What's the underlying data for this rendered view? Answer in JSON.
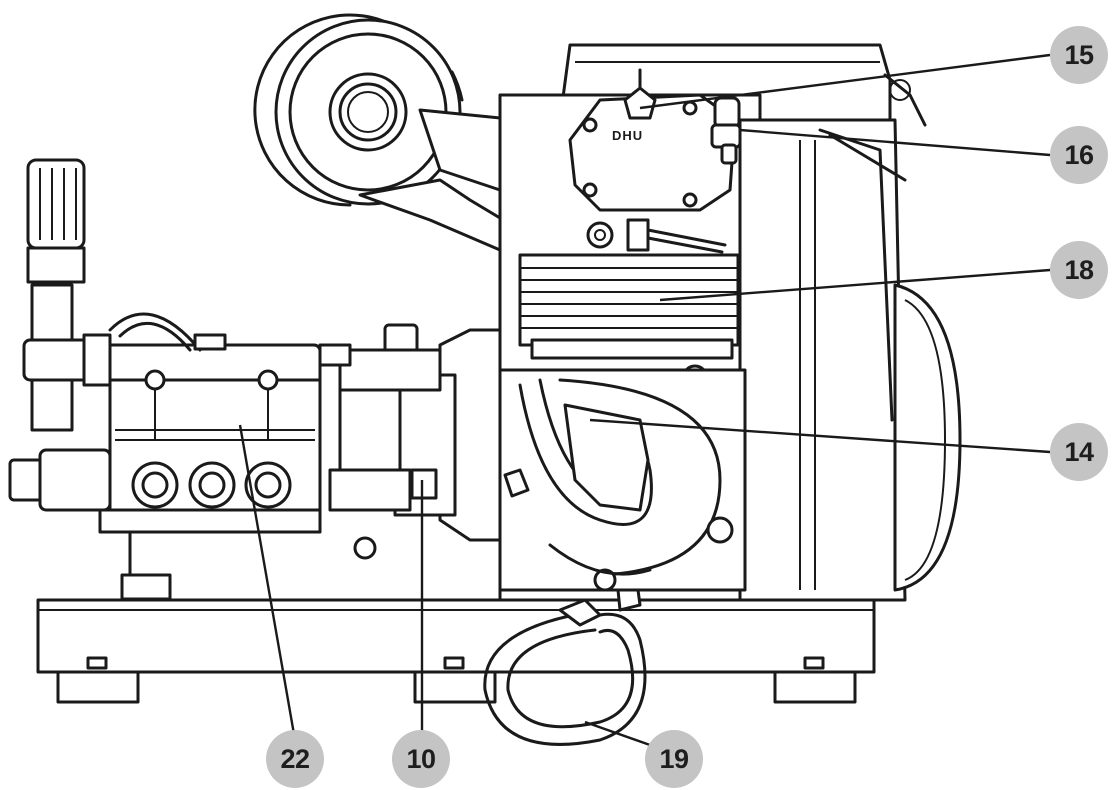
{
  "diagram": {
    "engine_brand": "DHU",
    "callouts": [
      {
        "id": "c15",
        "label": "15"
      },
      {
        "id": "c16",
        "label": "16"
      },
      {
        "id": "c18",
        "label": "18"
      },
      {
        "id": "c14",
        "label": "14"
      },
      {
        "id": "c22",
        "label": "22"
      },
      {
        "id": "c10",
        "label": "10"
      },
      {
        "id": "c19",
        "label": "19"
      }
    ],
    "colors": {
      "line": "#1a1a1a",
      "callout_fill": "#c4c4c4",
      "callout_text": "#1e1e1e",
      "background": "#ffffff"
    }
  }
}
